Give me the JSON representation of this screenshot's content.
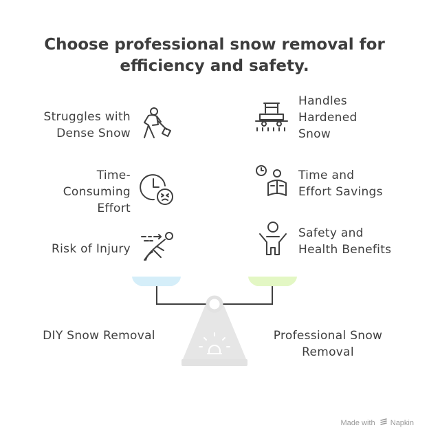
{
  "title": {
    "line1": "Choose professional snow removal for",
    "line2": "efficiency and safety."
  },
  "left_items": [
    {
      "lines": [
        "Struggles with",
        "Dense Snow"
      ],
      "icon": "shovel-person-icon"
    },
    {
      "lines": [
        "Time-",
        "Consuming",
        "Effort"
      ],
      "icon": "clock-face-icon"
    },
    {
      "lines": [
        "Risk of Injury"
      ],
      "icon": "falling-person-icon"
    }
  ],
  "right_items": [
    {
      "lines": [
        "Handles",
        "Hardened",
        "Snow"
      ],
      "icon": "snow-plow-icon"
    },
    {
      "lines": [
        "Time and",
        "Effort Savings"
      ],
      "icon": "reading-person-clock-icon"
    },
    {
      "lines": [
        "Safety and",
        "Health Benefits"
      ],
      "icon": "cheering-person-icon"
    }
  ],
  "options": {
    "left": "DIY Snow Removal",
    "right_line1": "Professional Snow",
    "right_line2": "Removal"
  },
  "colors": {
    "left_pan": "#d5eef9",
    "right_pan": "#e3f7c4",
    "beam": "#3f3f3f",
    "base": "#e6e6e6"
  },
  "footer": {
    "made_with": "Made with",
    "brand": "Napkin"
  }
}
